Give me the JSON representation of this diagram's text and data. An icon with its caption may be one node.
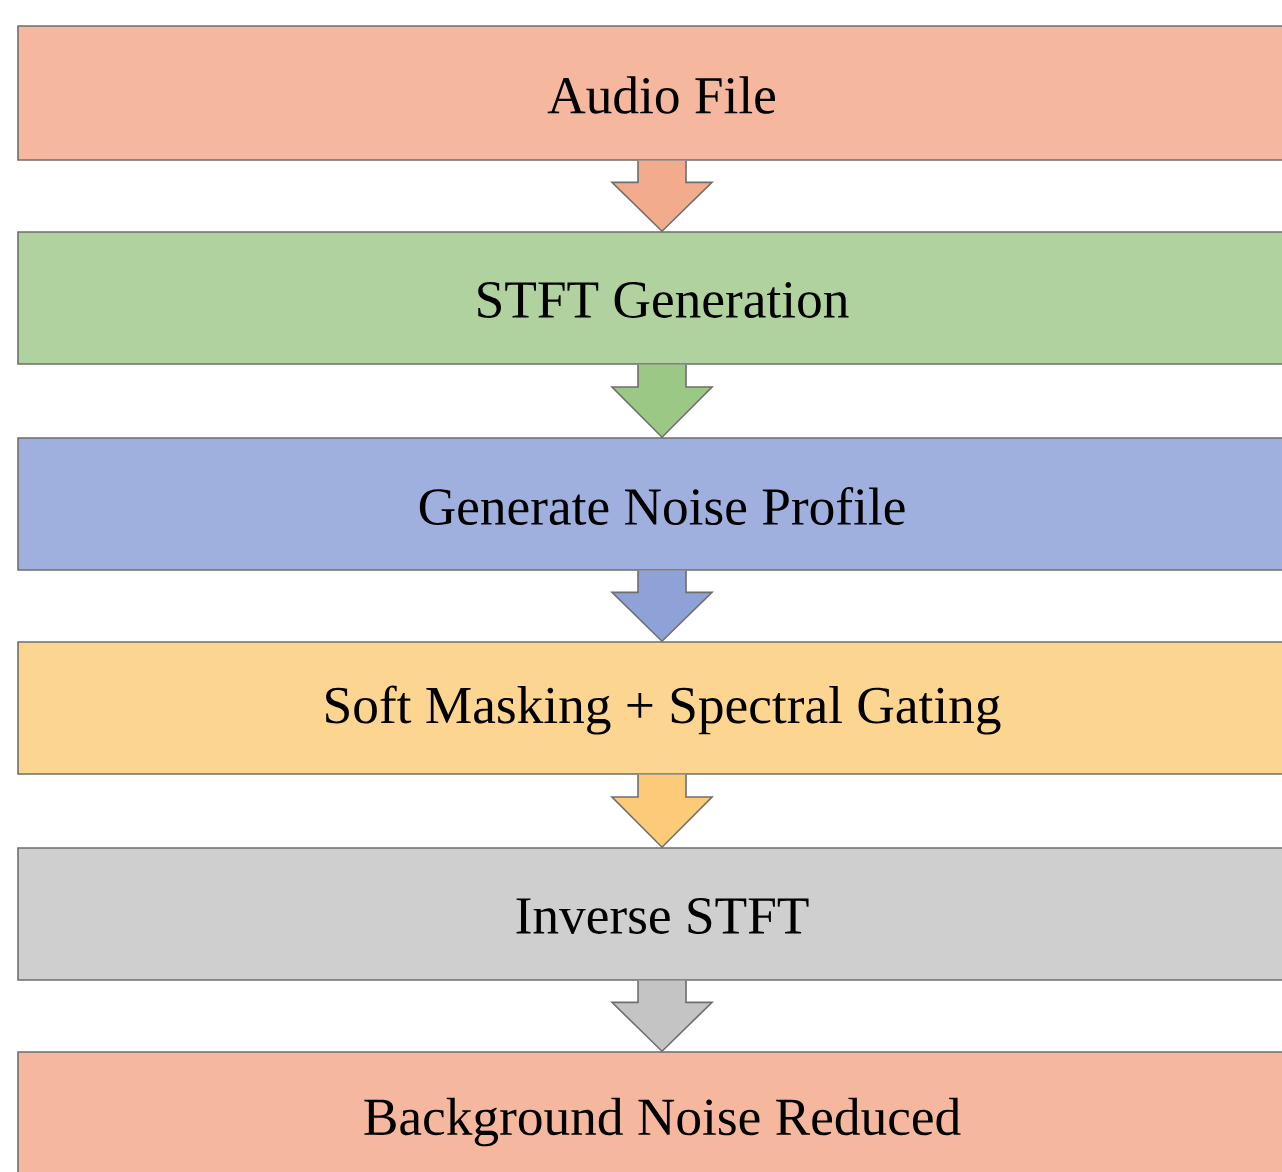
{
  "diagram": {
    "nodes": [
      {
        "text": [
          "Audio File"
        ]
      },
      {
        "text": [
          "STFT Generation"
        ]
      },
      {
        "text": [
          "Generate Noise Profile"
        ]
      },
      {
        "text": [
          "Soft Masking + Spectral Gating"
        ]
      },
      {
        "text": [
          "Inverse STFT"
        ]
      },
      {
        "text": [
          "Background Noise Reduced"
        ]
      }
    ],
    "edges": [
      {
        "from": 0,
        "to": 1,
        "arrow": "to",
        "color": "#f2ab8c"
      },
      {
        "from": 1,
        "to": 2,
        "arrow": "to",
        "color": "#9cc886"
      },
      {
        "from": 2,
        "to": 3,
        "arrow": "to",
        "color": "#8ea2d8"
      },
      {
        "from": 3,
        "to": 4,
        "arrow": "to",
        "color": "#fccb78"
      },
      {
        "from": 4,
        "to": 5,
        "arrow": "to",
        "color": "#c4c4c4"
      }
    ]
  }
}
